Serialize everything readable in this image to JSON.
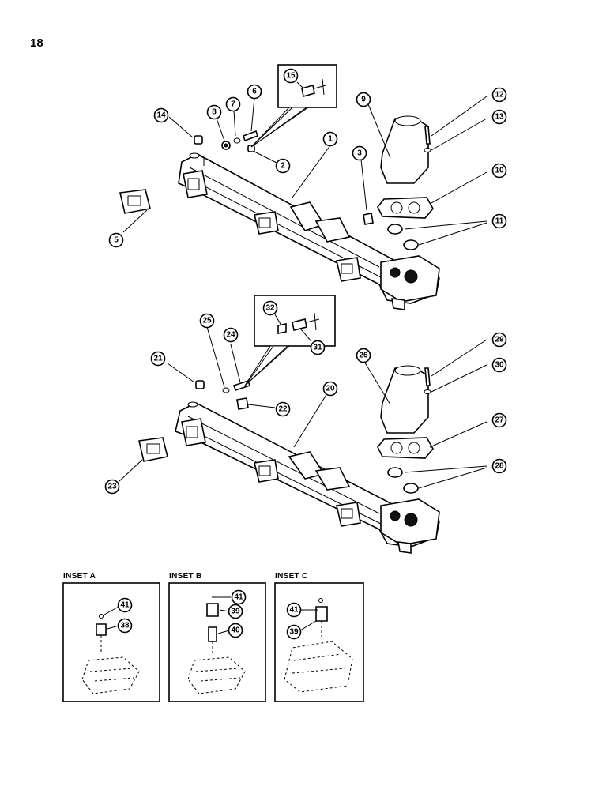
{
  "page": {
    "number": "18"
  },
  "insets": [
    {
      "id": "A",
      "label": "INSET A"
    },
    {
      "id": "B",
      "label": "INSET B"
    },
    {
      "id": "C",
      "label": "INSET C"
    }
  ],
  "callouts": {
    "c1": "1",
    "c2": "2",
    "c3": "3",
    "c5": "5",
    "c6": "6",
    "c7": "7",
    "c8": "8",
    "c9": "9",
    "c10": "10",
    "c11": "11",
    "c12": "12",
    "c13": "13",
    "c14": "14",
    "c15": "15",
    "c20": "20",
    "c21": "21",
    "c22": "22",
    "c23": "23",
    "c24": "24",
    "c25": "25",
    "c26": "26",
    "c27": "27",
    "c28": "28",
    "c29": "29",
    "c30": "30",
    "c31": "31",
    "c32": "32",
    "a41": "41",
    "a38": "38",
    "b41": "41",
    "b39": "39",
    "b40": "40",
    "cc41": "41",
    "cc39": "39"
  }
}
